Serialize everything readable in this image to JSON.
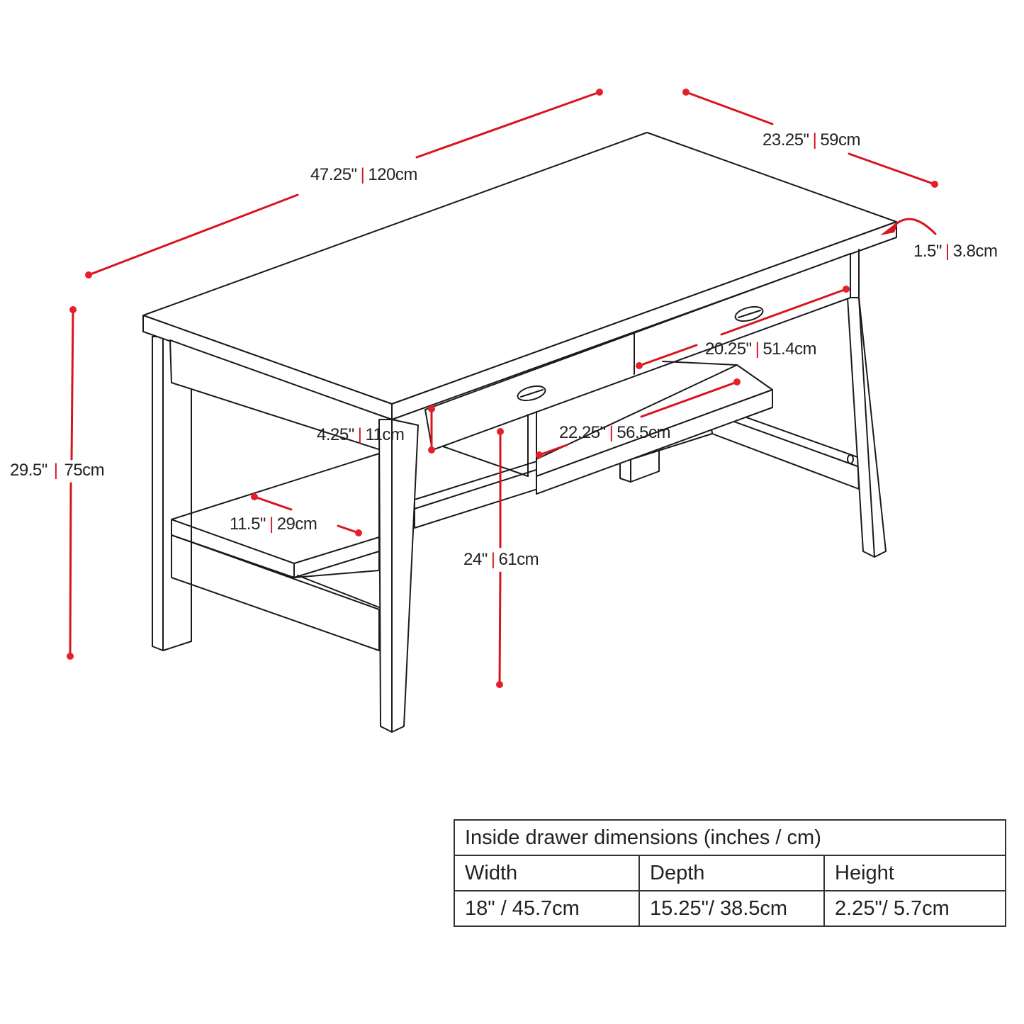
{
  "colors": {
    "dimension_line": "#d7151f",
    "outline": "#1a1a1a",
    "background": "#ffffff"
  },
  "dimensions": {
    "width": {
      "inches": "47.25\"",
      "cm": "120cm"
    },
    "depth": {
      "inches": "23.25\"",
      "cm": "59cm"
    },
    "top_thickness": {
      "inches": "1.5\"",
      "cm": "3.8cm"
    },
    "height": {
      "inches": "29.5\"",
      "cm": "75cm"
    },
    "drawer_front": {
      "inches": "20.25\"",
      "cm": "51.4cm"
    },
    "apron_height": {
      "inches": "4.25\"",
      "cm": "11cm"
    },
    "shelf_width": {
      "inches": "22.25\"",
      "cm": "56.5cm"
    },
    "shelf_depth": {
      "inches": "11.5\"",
      "cm": "29cm"
    },
    "knee_clearance": {
      "inches": "24\"",
      "cm": "61cm"
    }
  },
  "drawer_table": {
    "title": "Inside drawer dimensions (inches / cm)",
    "headers": [
      "Width",
      "Depth",
      "Height"
    ],
    "values": [
      "18\" / 45.7cm",
      "15.25\"/ 38.5cm",
      "2.25\"/ 5.7cm"
    ]
  }
}
